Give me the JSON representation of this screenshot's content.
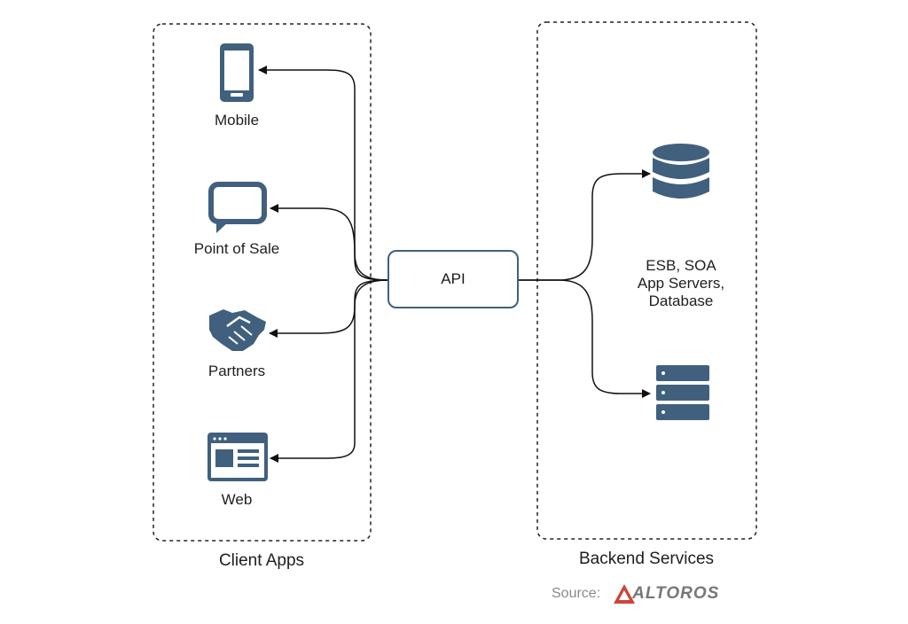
{
  "groups": {
    "client": {
      "label": "Client Apps"
    },
    "backend": {
      "label": "Backend Services"
    }
  },
  "clients": [
    {
      "icon": "mobile-phone-icon",
      "label": "Mobile"
    },
    {
      "icon": "chat-bubble-icon",
      "label": "Point of Sale"
    },
    {
      "icon": "handshake-icon",
      "label": "Partners"
    },
    {
      "icon": "web-page-icon",
      "label": "Web"
    }
  ],
  "api": {
    "label": "API"
  },
  "backend": {
    "icons": [
      "database-icon",
      "server-stack-icon"
    ],
    "lines": [
      "ESB, SOA",
      "App Servers,",
      "Database"
    ]
  },
  "source": {
    "prefix": "Source:",
    "brand": "ALTOROS",
    "brand_icon": "altoros-logo-icon"
  },
  "colors": {
    "icon": "#41607e",
    "logo": "#c9473a",
    "line": "#111111"
  }
}
